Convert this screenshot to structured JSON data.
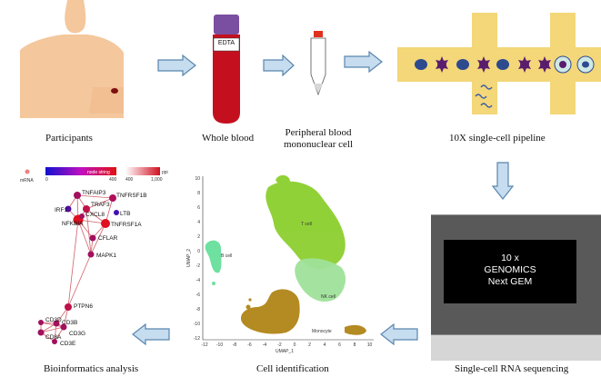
{
  "steps": {
    "participants": "Participants",
    "whole_blood": "Whole blood",
    "pbmc": "Peripheral blood\nmononuclear cell",
    "pipeline": "10X single-cell pipeline",
    "sequencing": "Single-cell RNA sequencing",
    "cell_id": "Cell identification",
    "bioinfo": "Bioinformatics analysis"
  },
  "tube_label": "EDTA",
  "gem_device": {
    "line1": "10 x",
    "line2": "GENOMICS",
    "line3": "Next GEM"
  },
  "network": {
    "legend": {
      "mrna": "mRNA",
      "node_string": "node string",
      "ppi": "ppi",
      "scale_left": [
        "0",
        "400"
      ],
      "scale_right": [
        "400",
        "1,000"
      ]
    },
    "nodes": [
      "TNFAIP3",
      "TNFRSF1B",
      "IRF1",
      "TRAF3",
      "CXCL8",
      "LTB",
      "NFKBIA",
      "TNFRSF1A",
      "CFLAR",
      "MAPK1",
      "PTPN6",
      "CD3D",
      "CD3B",
      "CD3G",
      "CD8A",
      "CD3E"
    ]
  },
  "umap": {
    "xlabel": "UMAP_1",
    "ylabel": "UMAP_2",
    "xticks": [
      "-12",
      "-10",
      "-8",
      "-6",
      "-4",
      "-2",
      "0",
      "2",
      "4",
      "6",
      "8",
      "10"
    ],
    "yticks": [
      "10",
      "8",
      "6",
      "4",
      "2",
      "0",
      "-2",
      "-4",
      "-6",
      "-8",
      "-10",
      "-12"
    ],
    "clusters": [
      "T cell",
      "B cell",
      "NK cell",
      "Monocyte"
    ]
  },
  "colors": {
    "arrow_fill": "#c6dcef",
    "arrow_stroke": "#5a86ae",
    "tcell": "#8ccf2e",
    "nkcell": "#9fe29a",
    "bcell": "#6ee0a0",
    "monocyte": "#b48a22",
    "strip": "#f3d778",
    "node": "#b0105a"
  }
}
